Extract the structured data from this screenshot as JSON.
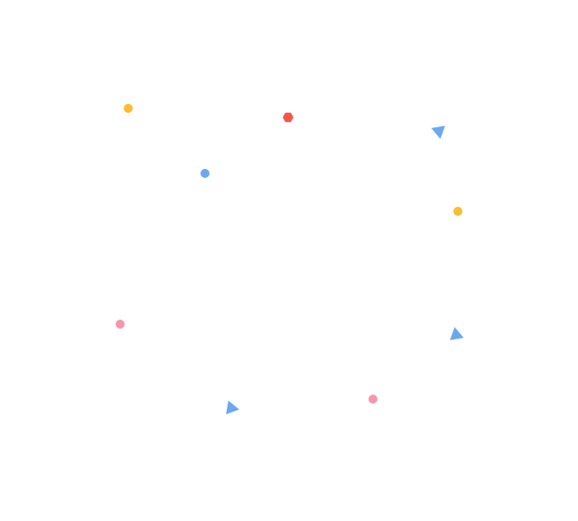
{
  "palette": {
    "background": "#ffffff",
    "yellow": "#FBBC2E",
    "red": "#F2574A",
    "blue": "#6AA9F0",
    "pink": "#F497AE"
  },
  "shapes": [
    {
      "kind": "dot",
      "color": "yellow",
      "icon": "dot-icon"
    },
    {
      "kind": "hexagon",
      "color": "red",
      "icon": "hexagon-icon"
    },
    {
      "kind": "triangle",
      "color": "blue",
      "icon": "triangle-icon"
    },
    {
      "kind": "dot",
      "color": "blue",
      "icon": "dot-icon"
    },
    {
      "kind": "dot",
      "color": "yellow",
      "icon": "dot-icon"
    },
    {
      "kind": "dot",
      "color": "pink",
      "icon": "dot-icon"
    },
    {
      "kind": "triangle",
      "color": "blue",
      "icon": "triangle-icon"
    },
    {
      "kind": "triangle",
      "color": "blue",
      "icon": "triangle-icon"
    },
    {
      "kind": "dot",
      "color": "pink",
      "icon": "dot-icon"
    }
  ]
}
